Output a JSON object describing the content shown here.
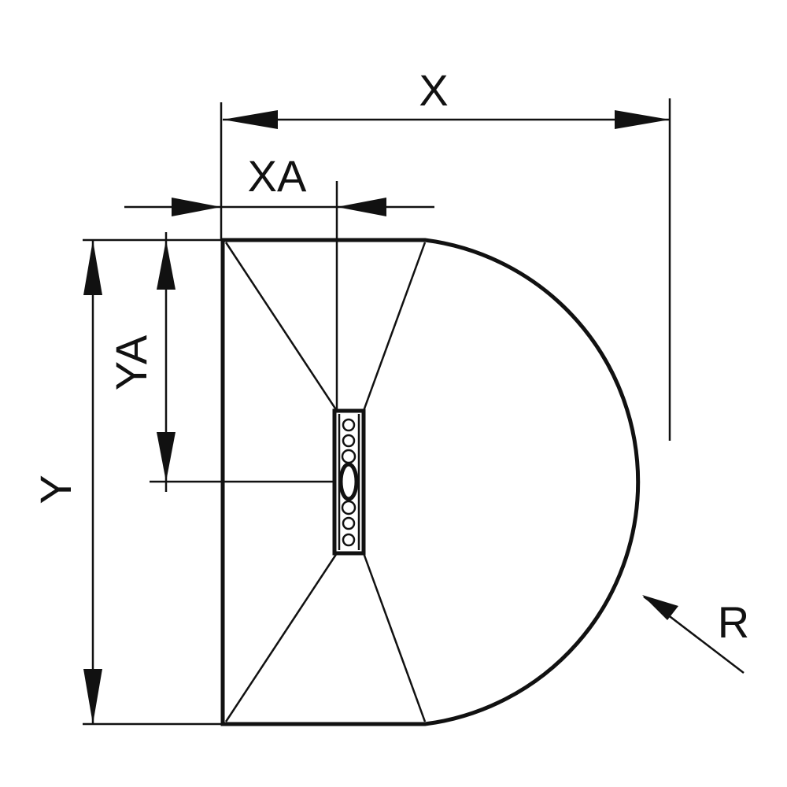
{
  "labels": {
    "x": "X",
    "xa": "XA",
    "y": "Y",
    "ya": "YA",
    "r": "R"
  },
  "colors": {
    "line": "#111111",
    "background": "#ffffff"
  }
}
